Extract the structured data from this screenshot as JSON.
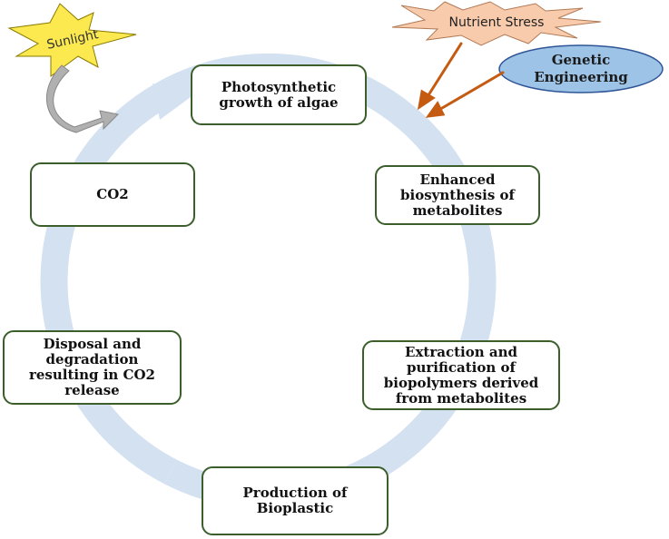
{
  "nodes": {
    "photosynthetic_growth": "Photosynthetic\ngrowth of algae",
    "enhanced_biosynthesis": "Enhanced\nbiosynthesis of\nmetabolites",
    "extraction_purification": "Extraction and\npurification of\nbiopolymers derived\nfrom metabolites",
    "production_bioplastic": "Production of\nBioplastic",
    "disposal_degradation": "Disposal and\ndegradation\nresulting in CO2\nrelease",
    "co2": "CO2"
  },
  "inputs": {
    "sunlight": "Sunlight",
    "nutrient_stress": "Nutrient Stress",
    "genetic_engineering": "Genetic\nEngineering"
  },
  "colors": {
    "cycle": "#d4e1f1",
    "box_border": "#3b5e2b",
    "star_fill": "#fce94f",
    "nutrient_fill": "#f8cbad",
    "ellipse_fill": "#9dc3e6",
    "ellipse_stroke": "#2f5597",
    "pointer_arrow": "#c55a11"
  },
  "icons": [
    "cycle-arrow",
    "sunlight-starburst",
    "sunlight-curved-arrow-icon",
    "nutrient-stress-starburst",
    "pointer-arrow-icon"
  ]
}
